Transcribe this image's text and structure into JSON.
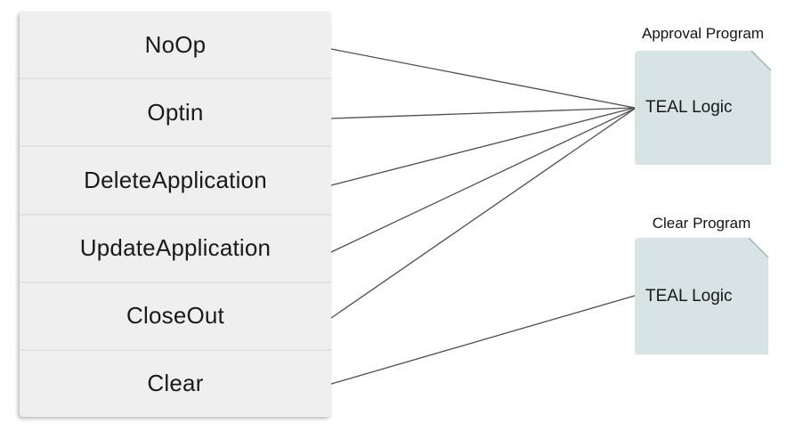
{
  "diagram": {
    "description": "Algorand application transaction types routed to TEAL programs",
    "colors": {
      "background": "#ffffff",
      "list_fill": "#efefef",
      "list_divider": "#e2e2e2",
      "program_fill": "#d8e3e5",
      "connector": "#4f4f4f",
      "text": "#1a1a1a"
    },
    "transaction_list": {
      "items": [
        {
          "label": "NoOp"
        },
        {
          "label": "Optin"
        },
        {
          "label": "DeleteApplication"
        },
        {
          "label": "UpdateApplication"
        },
        {
          "label": "CloseOut"
        },
        {
          "label": "Clear"
        }
      ]
    },
    "programs": [
      {
        "title": "Approval Program",
        "body": "TEAL Logic"
      },
      {
        "title": "Clear Program",
        "body": "TEAL Logic"
      }
    ],
    "connections": [
      {
        "from": "NoOp",
        "to": "Approval Program"
      },
      {
        "from": "Optin",
        "to": "Approval Program"
      },
      {
        "from": "DeleteApplication",
        "to": "Approval Program"
      },
      {
        "from": "UpdateApplication",
        "to": "Approval Program"
      },
      {
        "from": "CloseOut",
        "to": "Approval Program"
      },
      {
        "from": "Clear",
        "to": "Clear Program"
      }
    ]
  }
}
